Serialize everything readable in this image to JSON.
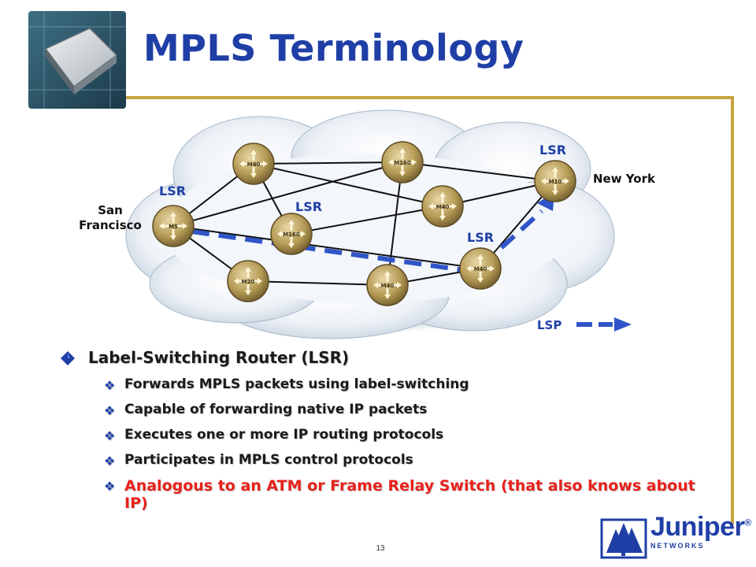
{
  "title": "MPLS Terminology",
  "page_number": "13",
  "diagram": {
    "labels": {
      "lsr_left": "LSR",
      "lsr_center": "LSR",
      "lsr_top_right": "LSR",
      "lsr_lower_right": "LSR",
      "san_francisco": "San Francisco",
      "new_york": "New York",
      "lsp_legend": "LSP"
    },
    "routers": [
      {
        "id": "sf",
        "model": "M5"
      },
      {
        "id": "r1",
        "model": "M40"
      },
      {
        "id": "r2",
        "model": "M160"
      },
      {
        "id": "r3",
        "model": "M40"
      },
      {
        "id": "ny",
        "model": "M10"
      },
      {
        "id": "r5",
        "model": "M160"
      },
      {
        "id": "r6",
        "model": "M20"
      },
      {
        "id": "r7",
        "model": "M40"
      },
      {
        "id": "r8",
        "model": "M40"
      }
    ],
    "colors": {
      "lsp_dash": "#2f55c8",
      "link": "#111111",
      "router": "#b49a55",
      "cloud": "#e4ebf3"
    }
  },
  "bullets": {
    "heading": "Label-Switching Router (LSR)",
    "items": [
      "Forwards MPLS packets using label-switching",
      "Capable of forwarding native IP packets",
      "Executes one or more IP routing protocols",
      "Participates in MPLS control protocols"
    ],
    "highlight": "Analogous to an ATM or Frame Relay Switch (that also knows about IP)"
  },
  "logo": {
    "name": "Juniper",
    "sub": "NETWORKS",
    "mark": "®"
  }
}
